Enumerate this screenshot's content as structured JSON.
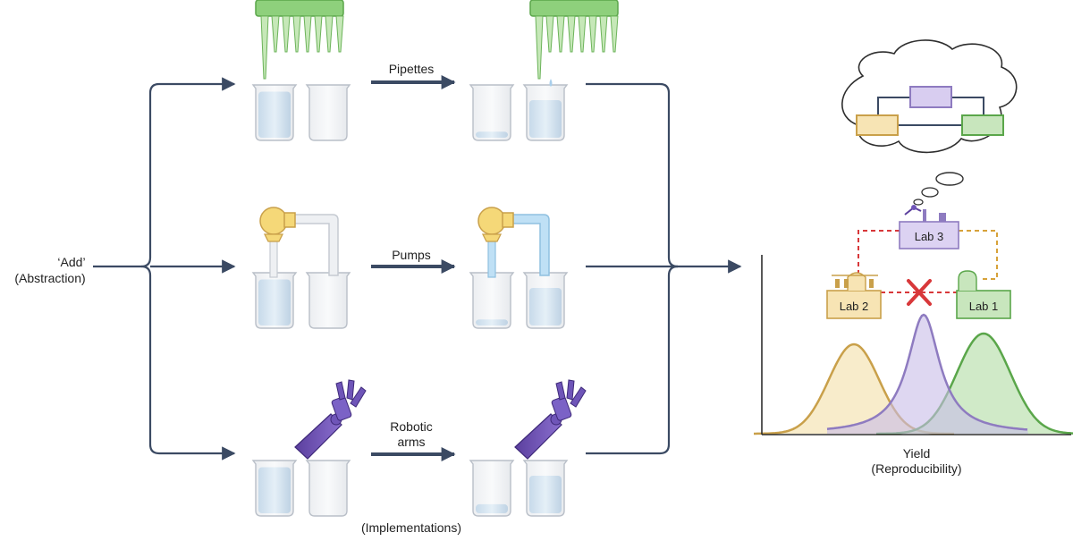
{
  "abstraction": {
    "line1": "‘Add’",
    "line2": "(Abstraction)"
  },
  "methods": [
    {
      "label_lines": [
        "Pipettes"
      ]
    },
    {
      "label_lines": [
        "Pumps"
      ]
    },
    {
      "label_lines": [
        "Robotic",
        "arms"
      ]
    }
  ],
  "implementations_label": "(Implementations)",
  "labs": {
    "lab1": "Lab 1",
    "lab2": "Lab 2",
    "lab3": "Lab 3"
  },
  "axis": {
    "line1": "Yield",
    "line2": "(Reproducibility)"
  },
  "colors": {
    "arrow": "#3b4a63",
    "green": "#5aa64a",
    "yellow": "#c9a04a",
    "purple": "#8e7bc0",
    "water": "#bcdcf2",
    "red": "#d8383a"
  }
}
